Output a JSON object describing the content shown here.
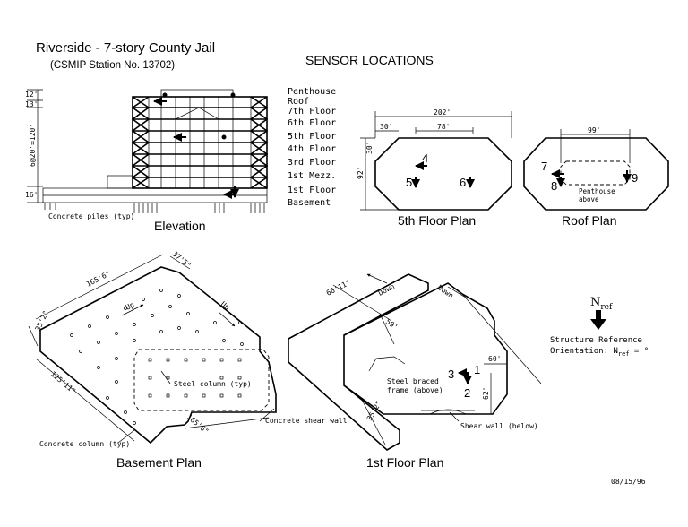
{
  "header": {
    "title": "Riverside - 7-story County Jail",
    "station": "(CSMIP Station No. 13702)",
    "heading": "SENSOR LOCATIONS"
  },
  "elevation": {
    "caption": "Elevation",
    "floors": [
      "Penthouse",
      "Roof",
      "7th Floor",
      "6th Floor",
      "5th Floor",
      "4th Floor",
      "3rd Floor",
      "1st Mezz.",
      "1st Floor",
      "Basement"
    ],
    "dims": [
      "12'",
      "13'",
      "6@20'=120'",
      "16'"
    ],
    "piles_note": "Concrete piles (typ)"
  },
  "fifth_floor": {
    "caption": "5th Floor Plan",
    "dims": [
      "202'",
      "30'",
      "78'",
      "30'",
      "92'"
    ],
    "sensors": [
      "4",
      "5",
      "6"
    ]
  },
  "roof": {
    "caption": "Roof Plan",
    "dim": "99'",
    "sensors": [
      "7",
      "8",
      "9"
    ],
    "penthouse_note": [
      "Penthouse",
      "above"
    ]
  },
  "basement": {
    "caption": "Basement Plan",
    "dims": [
      "165'6\"",
      "37'5\"",
      "35'2\"",
      "125'11\"",
      "165'6\""
    ],
    "up_labels": [
      "Up",
      "Up"
    ],
    "notes": {
      "steel_column": "Steel column (typ)",
      "concrete_column": "Concrete column (typ)",
      "shear_wall": "Concrete shear wall"
    }
  },
  "first_floor": {
    "caption": "1st Floor Plan",
    "dims": [
      "66'11\"",
      "59'",
      "35'2\"",
      "60'",
      "62'"
    ],
    "down_labels": [
      "Down",
      "Down"
    ],
    "sensors": [
      "1",
      "2",
      "3"
    ],
    "notes": {
      "braced": [
        "Steel braced",
        "frame (above)"
      ],
      "shear_wall": "Shear wall (below)"
    }
  },
  "reference": {
    "n_label": "N",
    "n_sub": "ref",
    "line1": "Structure Reference",
    "line2_prefix": "Orientation: N",
    "line2_sub": "ref",
    "line2_suffix": " = °"
  },
  "date": "08/15/96"
}
